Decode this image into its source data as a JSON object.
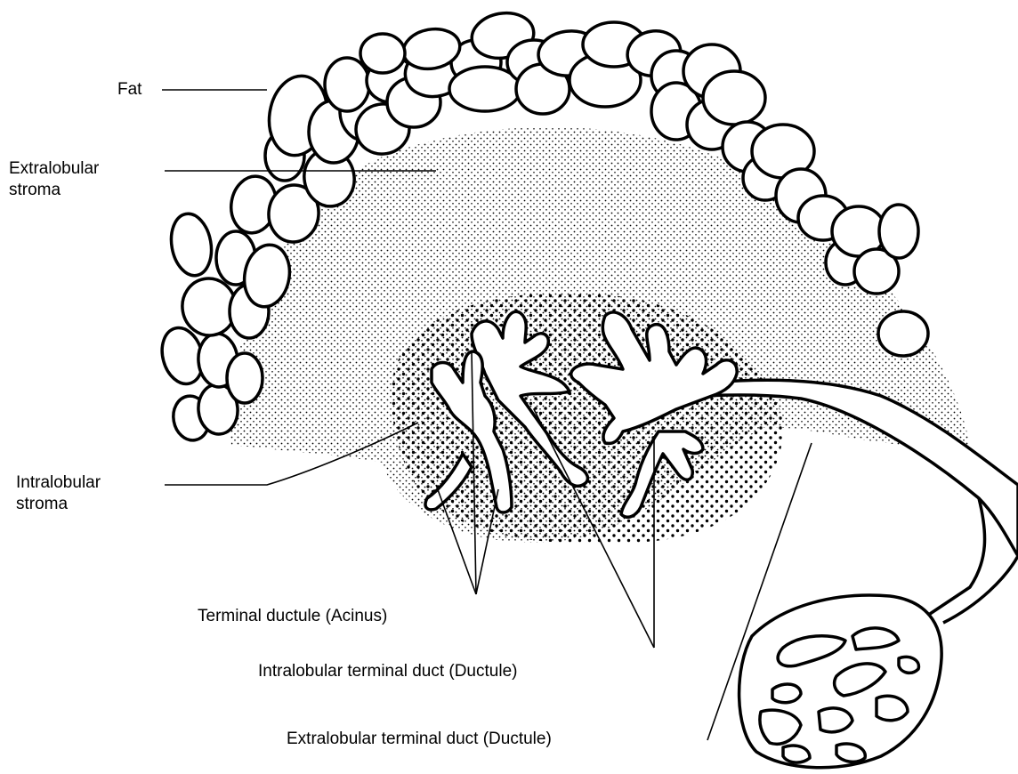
{
  "labels": {
    "fat": "Fat",
    "extralobular_stroma": [
      "Extralobular",
      "stroma"
    ],
    "intralobular_stroma": [
      "Intralobular",
      "stroma"
    ],
    "terminal_ductule": "Terminal ductule (Acinus)",
    "intralobular_terminal_duct": "Intralobular terminal duct (Ductule)",
    "extralobular_terminal_duct": "Extralobular terminal duct (Ductule)"
  },
  "colors": {
    "ink": "#000000",
    "paper": "#ffffff"
  }
}
